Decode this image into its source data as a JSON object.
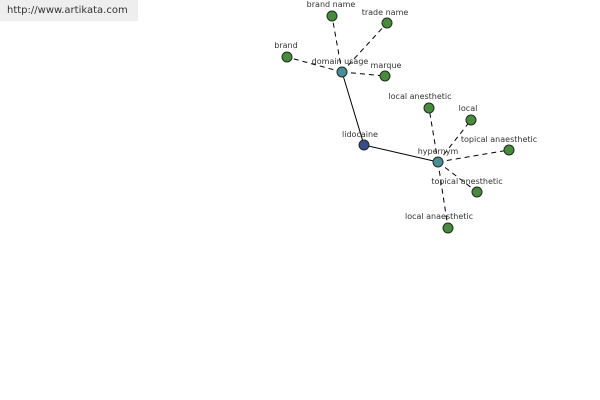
{
  "watermark": "http://www.artikata.com",
  "colors": {
    "center": "#3a4a8c",
    "relation": "#4a8c99",
    "term": "#4a8a3e"
  },
  "nodes": {
    "lidocaine": "lidocaine",
    "domain_usage": "domain usage",
    "hypernym": "hypernym",
    "brand_name": "brand name",
    "trade_name": "trade name",
    "brand": "brand",
    "marque": "marque",
    "local_anesthetic": "local anesthetic",
    "local": "local",
    "topical_anaesthetic": "topical anaesthetic",
    "topical_anesthetic": "topical anesthetic",
    "local_anaesthetic": "local anaesthetic"
  }
}
